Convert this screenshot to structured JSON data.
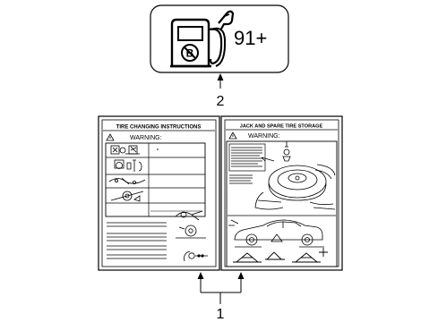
{
  "fuel_label": {
    "octane_text": "91+",
    "icons": [
      "fuel-pump-icon",
      "fuel-nozzle-icon",
      "no-lead-symbol-icon"
    ]
  },
  "callouts": {
    "fuel_label_number": "2",
    "placards_number": "1"
  },
  "tire_placard": {
    "title": "TIRE CHANGING INSTRUCTIONS",
    "warning": "WARNING:",
    "icons": [
      "warning-triangle-icon",
      "jack-setup-icon",
      "wheel-wrench-icon",
      "jack-crank-icon",
      "wheel-chock-icon",
      "lug-wrench-icon",
      "spare-wheel-icon",
      "tool-kit-icon"
    ]
  },
  "jack_placard": {
    "title": "JACK AND SPARE TIRE STORAGE",
    "warning": "WARNING:",
    "icons": [
      "warning-triangle-icon",
      "spare-tire-storage-icon",
      "car-lift-icon",
      "jack-stand-icon"
    ]
  },
  "colors": {
    "line": "#000000",
    "background": "#ffffff"
  }
}
